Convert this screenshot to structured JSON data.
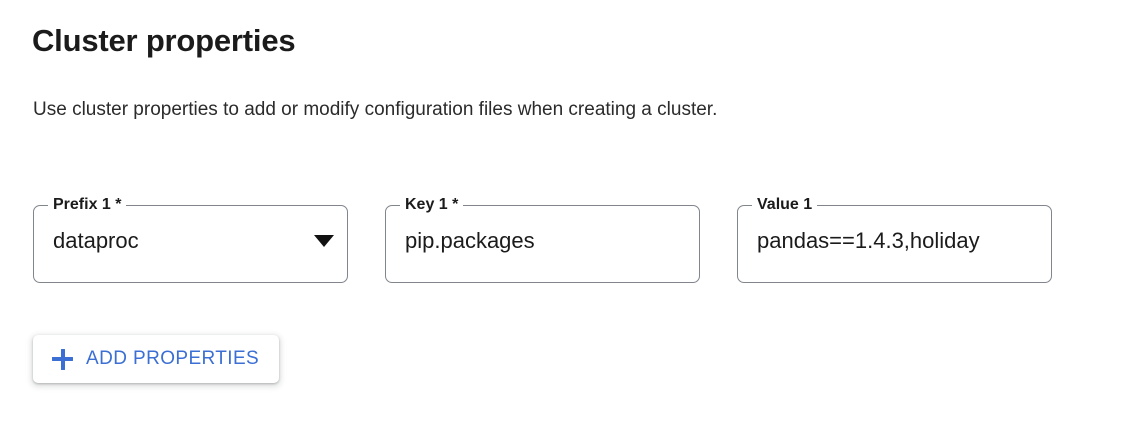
{
  "header": {
    "title": "Cluster properties",
    "description": "Use cluster properties to add or modify configuration files when creating a cluster."
  },
  "fields": [
    {
      "name": "prefix",
      "label": "Prefix 1 *",
      "value": "dataproc",
      "type": "select",
      "icon": "chevron-down-icon",
      "required": true
    },
    {
      "name": "key",
      "label": "Key 1 *",
      "value": "pip.packages",
      "type": "text",
      "required": true
    },
    {
      "name": "value",
      "label": "Value 1",
      "value": "pandas==1.4.3,holiday",
      "type": "text",
      "required": false
    }
  ],
  "add_button": {
    "label": "ADD PROPERTIES",
    "icon": "plus-icon"
  },
  "colors": {
    "accent_blue": "#3b6fd4",
    "text_primary": "#1b1b1b",
    "field_border": "#80868b",
    "background": "#ffffff"
  }
}
